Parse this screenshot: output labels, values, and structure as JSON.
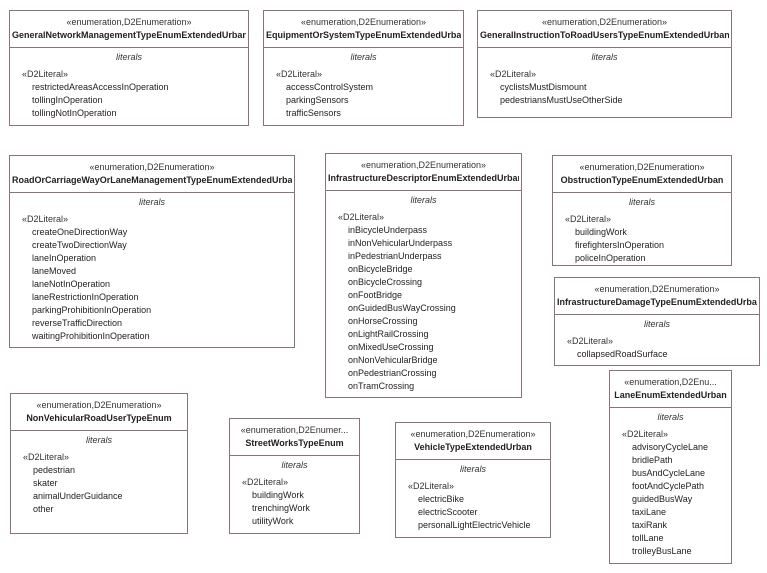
{
  "classes": [
    {
      "id": "general-network",
      "stereotype": "«enumeration,D2Enumeration»",
      "name": "GeneralNetworkManagementTypeEnumExtendedUrban",
      "section": "literals",
      "literal_stereotype": "«D2Literal»",
      "literals": [
        "restrictedAreasAccessInOperation",
        "tollingInOperation",
        "tollingNotInOperation"
      ]
    },
    {
      "id": "equipment-or-system",
      "stereotype": "«enumeration,D2Enumeration»",
      "name": "EquipmentOrSystemTypeEnumExtendedUrban",
      "section": "literals",
      "literal_stereotype": "«D2Literal»",
      "literals": [
        "accessControlSystem",
        "parkingSensors",
        "trafficSensors"
      ]
    },
    {
      "id": "general-instruction",
      "stereotype": "«enumeration,D2Enumeration»",
      "name": "GeneralInstructionToRoadUsersTypeEnumExtendedUrban",
      "section": "literals",
      "literal_stereotype": "«D2Literal»",
      "literals": [
        "cyclistsMustDismount",
        "pedestriansMustUseOtherSide"
      ]
    },
    {
      "id": "road-or-carriageway",
      "stereotype": "«enumeration,D2Enumeration»",
      "name": "RoadOrCarriageWayOrLaneManagementTypeEnumExtendedUrban",
      "section": "literals",
      "literal_stereotype": "«D2Literal»",
      "literals": [
        "createOneDirectionWay",
        "createTwoDirectionWay",
        "laneInOperation",
        "laneMoved",
        "laneNotInOperation",
        "laneRestrictionInOperation",
        "parkingProhibitionInOperation",
        "reverseTrafficDirection",
        "waitingProhibitionInOperation"
      ]
    },
    {
      "id": "infrastructure-descriptor",
      "stereotype": "«enumeration,D2Enumeration»",
      "name": "InfrastructureDescriptorEnumExtendedUrban",
      "section": "literals",
      "literal_stereotype": "«D2Literal»",
      "literals": [
        "inBicycleUnderpass",
        "inNonVehicularUnderpass",
        "inPedestrianUnderpass",
        "onBicycleBridge",
        "onBicycleCrossing",
        "onFootBridge",
        "onGuidedBusWayCrossing",
        "onHorseCrossing",
        "onLightRailCrossing",
        "onMixedUseCrossing",
        "onNonVehicularBridge",
        "onPedestrianCrossing",
        "onTramCrossing"
      ]
    },
    {
      "id": "obstruction",
      "stereotype": "«enumeration,D2Enumeration»",
      "name": "ObstructionTypeEnumExtendedUrban",
      "section": "literals",
      "literal_stereotype": "«D2Literal»",
      "literals": [
        "buildingWork",
        "firefightersInOperation",
        "policeInOperation"
      ]
    },
    {
      "id": "infrastructure-damage",
      "stereotype": "«enumeration,D2Enumeration»",
      "name": "InfrastructureDamageTypeEnumExtendedUrban",
      "section": "literals",
      "literal_stereotype": "«D2Literal»",
      "literals": [
        "collapsedRoadSurface"
      ]
    },
    {
      "id": "non-vehicular-road-user",
      "stereotype": "«enumeration,D2Enumeration»",
      "name": "NonVehicularRoadUserTypeEnum",
      "section": "literals",
      "literal_stereotype": "«D2Literal»",
      "literals": [
        "pedestrian",
        "skater",
        "animalUnderGuidance",
        "other"
      ]
    },
    {
      "id": "street-works",
      "stereotype": "«enumeration,D2Enumer...",
      "name": "StreetWorksTypeEnum",
      "section": "literals",
      "literal_stereotype": "«D2Literal»",
      "literals": [
        "buildingWork",
        "trenchingWork",
        "utilityWork"
      ]
    },
    {
      "id": "vehicle-type",
      "stereotype": "«enumeration,D2Enumeration»",
      "name": "VehicleTypeExtendedUrban",
      "section": "literals",
      "literal_stereotype": "«D2Literal»",
      "literals": [
        "electricBike",
        "electricScooter",
        "personalLightElectricVehicle"
      ]
    },
    {
      "id": "lane-enum",
      "stereotype": "«enumeration,D2Enu...",
      "name": "LaneEnumExtendedUrban",
      "section": "literals",
      "literal_stereotype": "«D2Literal»",
      "literals": [
        "advisoryCycleLane",
        "bridlePath",
        "busAndCycleLane",
        "footAndCyclePath",
        "guidedBusWay",
        "taxiLane",
        "taxiRank",
        "tollLane",
        "trolleyBusLane"
      ]
    }
  ]
}
